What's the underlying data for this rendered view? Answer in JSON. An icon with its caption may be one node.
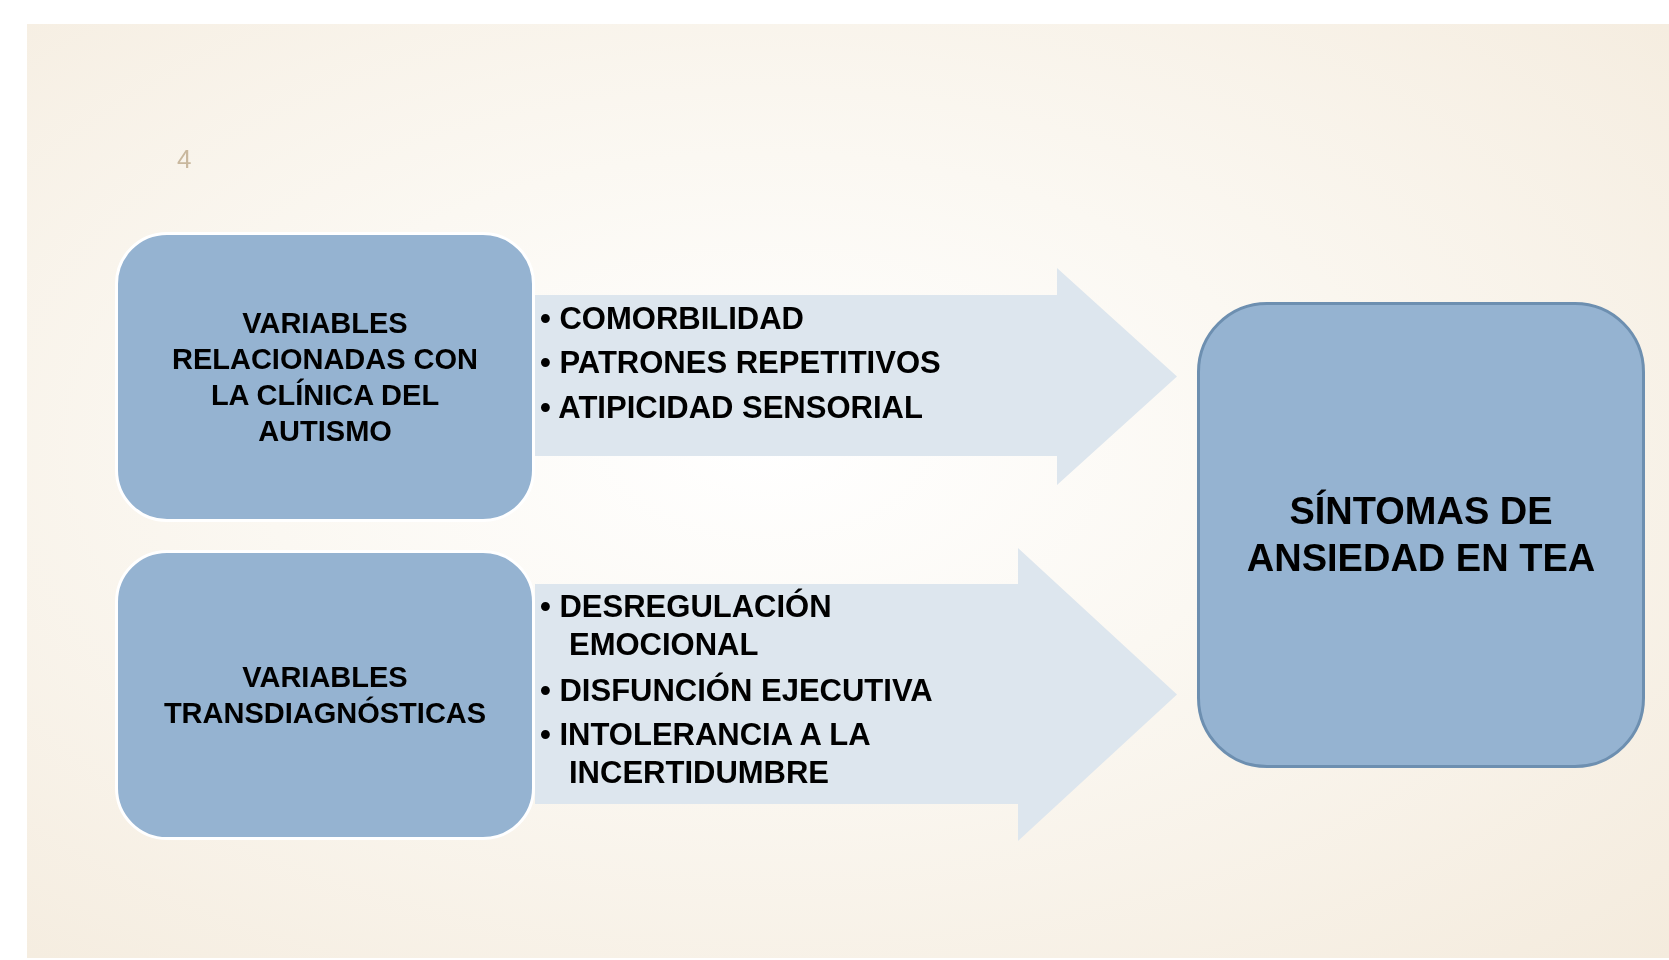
{
  "diagram": {
    "nodes": [
      {
        "text": [
          "VARIABLES RELACIONADAS CON LA CLÍNICA DEL AUTISMO"
        ]
      },
      {
        "text": [
          "VARIABLES TRANSDIAGNÓSTICAS"
        ]
      },
      {
        "text": [
          "SÍNTOMAS DE ANSIEDAD EN TEA"
        ]
      }
    ],
    "edges": [
      {
        "from": 0,
        "to": 2,
        "arrow": "to",
        "style": "thick"
      },
      {
        "from": 1,
        "to": 2,
        "arrow": "to",
        "style": "thick"
      }
    ],
    "labels": [
      "4",
      "• COMORBILIDAD",
      "• PATRONES REPETITIVOS",
      "• ATIPICIDAD SENSORIAL",
      "• DESREGULACIÓN EMOCIONAL",
      "• DISFUNCIÓN EJECUTIVA",
      "• INTOLERANCIA A LA INCERTIDUMBRE"
    ]
  }
}
